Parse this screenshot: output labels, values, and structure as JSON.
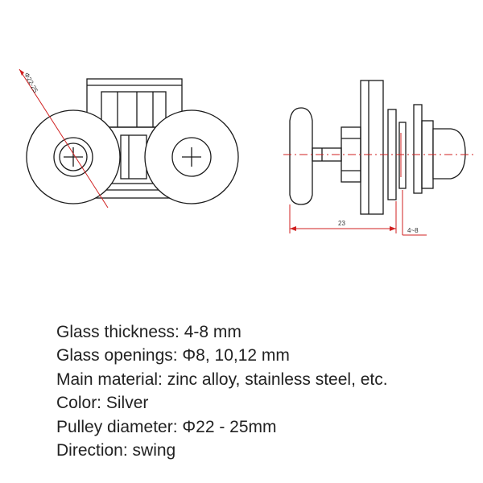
{
  "drawing": {
    "dim_diameter": "Φ22-25",
    "dim_width": "23",
    "dim_glass": "4~8",
    "line_color": "#1a1a1a",
    "dim_color": "#d02020"
  },
  "specs": [
    "Glass thickness: 4-8 mm",
    "Glass openings: Φ8, 10,12 mm",
    "Main material: zinc alloy, stainless steel, etc.",
    "Color: Silver",
    "Pulley diameter: Φ22 - 25mm",
    "Direction: swing"
  ]
}
